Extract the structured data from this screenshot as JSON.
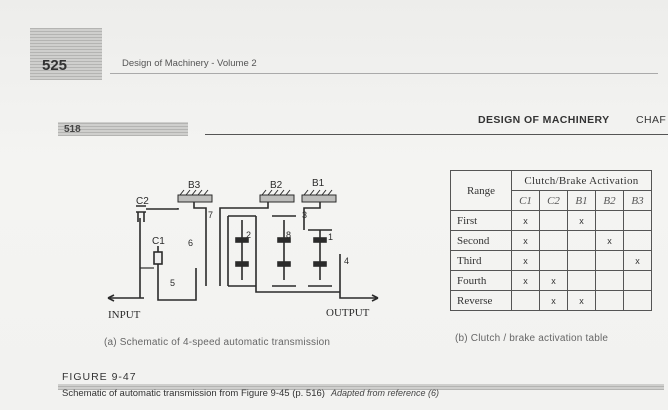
{
  "outer_page": {
    "number": "525",
    "running_head": "Design of Machinery - Volume 2"
  },
  "inner_page": {
    "number": "518",
    "book_title": "DESIGN OF MACHINERY",
    "chapter_fragment": "CHAF"
  },
  "schematic": {
    "labels": {
      "c2": "C2",
      "c1": "C1",
      "b3": "B3",
      "b2": "B2",
      "b1": "B1",
      "n1": "1",
      "n2": "2",
      "n3": "3",
      "n4": "4",
      "n5": "5",
      "n6": "6",
      "n7": "7",
      "n8": "8",
      "input": "INPUT",
      "output": "OUTPUT"
    },
    "caption": "(a)  Schematic of 4-speed automatic transmission"
  },
  "table": {
    "range_header": "Range",
    "span_header": "Clutch/Brake Activation",
    "columns": [
      "C1",
      "C2",
      "B1",
      "B2",
      "B3"
    ],
    "rows": [
      {
        "label": "First",
        "cells": [
          "x",
          "",
          "x",
          "",
          ""
        ]
      },
      {
        "label": "Second",
        "cells": [
          "x",
          "",
          "",
          "x",
          ""
        ]
      },
      {
        "label": "Third",
        "cells": [
          "x",
          "",
          "",
          "",
          "x"
        ]
      },
      {
        "label": "Fourth",
        "cells": [
          "x",
          "x",
          "",
          "",
          ""
        ]
      },
      {
        "label": "Reverse",
        "cells": [
          "",
          "x",
          "x",
          "",
          ""
        ]
      }
    ],
    "caption": "(b)  Clutch / brake activation table"
  },
  "figure": {
    "label": "FIGURE 9-47",
    "caption": "Schematic of automatic transmission from Figure 9-45  (p. 516)",
    "source": "Adapted from reference (6)"
  }
}
